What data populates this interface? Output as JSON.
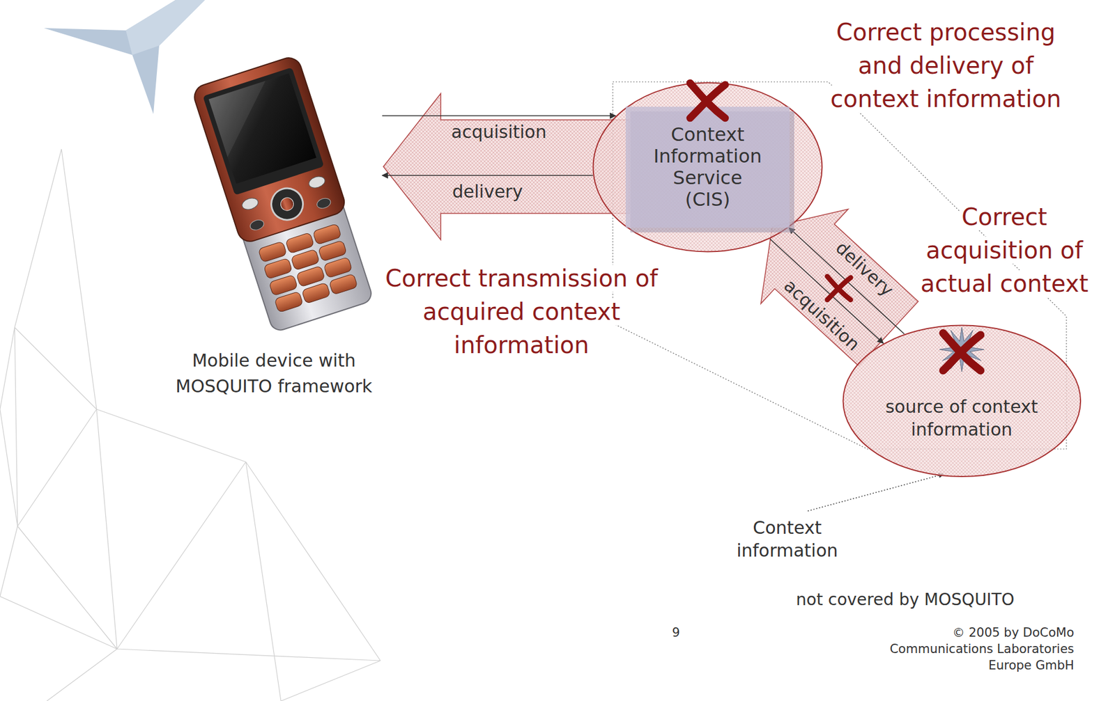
{
  "diagram": {
    "nodes": [
      {
        "text": [
          "Mobile device with MOSQUITO framework"
        ]
      },
      {
        "text": [
          "Context Information Service (CIS)"
        ]
      },
      {
        "text": [
          "source of context information"
        ]
      }
    ],
    "edges": [
      {
        "from": 0,
        "to": 1,
        "arrow": "to",
        "label": "acquisition"
      },
      {
        "from": 1,
        "to": 0,
        "arrow": "to",
        "label": "delivery"
      },
      {
        "from": 1,
        "to": 2,
        "arrow": "to",
        "label": "acquisition"
      },
      {
        "from": 2,
        "to": 1,
        "arrow": "to",
        "label": "delivery"
      }
    ],
    "labels": [
      "Correct processing and delivery of context information",
      "Correct acquisition of actual context",
      "Correct transmission of acquired context information",
      "Context information",
      "9",
      "© 2005 by DoCoMo Communications Laboratories Europe GmbH"
    ],
    "legend": [
      {
        "text": "not covered by MOSQUITO"
      }
    ]
  }
}
